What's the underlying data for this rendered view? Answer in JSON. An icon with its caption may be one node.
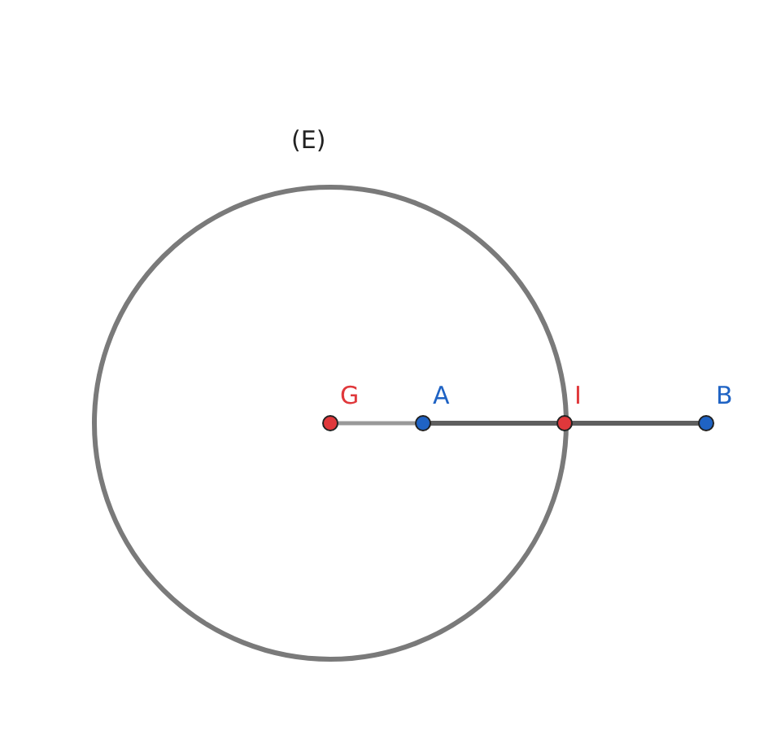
{
  "diagram": {
    "nodes": [
      {
        "text": [
          "(E)"
        ]
      },
      {
        "text": [
          "G"
        ],
        "in": 0
      },
      {
        "text": [
          "A"
        ],
        "in": 0
      },
      {
        "text": [
          "I"
        ]
      },
      {
        "text": [
          "B"
        ]
      }
    ],
    "edges": [
      {
        "from": 1,
        "to": 2,
        "arrow": "none",
        "color": "#999999"
      },
      {
        "from": 2,
        "to": 3,
        "arrow": "none"
      },
      {
        "from": 3,
        "to": 4,
        "arrow": "none"
      }
    ]
  }
}
